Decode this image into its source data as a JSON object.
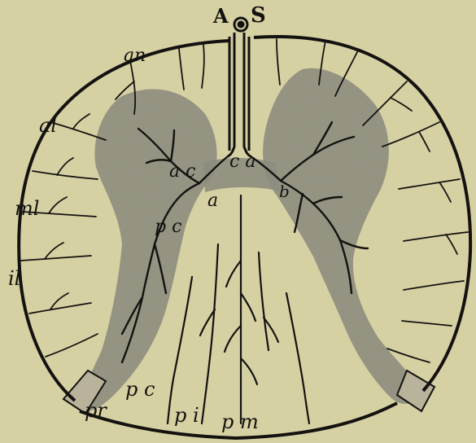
{
  "figure": {
    "labels": {
      "top_left": "A",
      "top_right": "S",
      "an": "an",
      "al": "al",
      "ml": "ml",
      "il": "il",
      "ac": "a c",
      "ca": "c a",
      "a": "a",
      "b": "b",
      "pc_upper": "p c",
      "pr": "pr",
      "pc_lower": "p c",
      "pi": "p i",
      "pm": "p m"
    },
    "colors": {
      "background": "#d6d1a3",
      "ink": "#141210",
      "gray_matter": "#7d7a6a"
    }
  }
}
